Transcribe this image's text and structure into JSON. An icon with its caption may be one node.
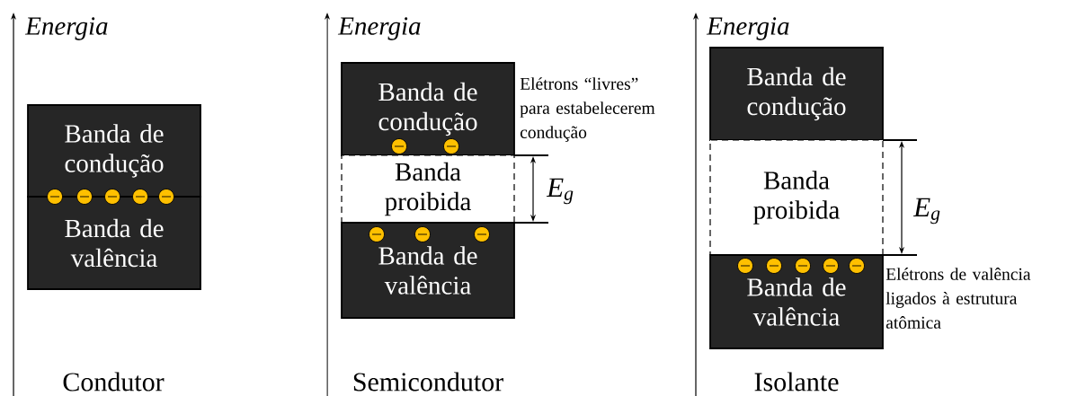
{
  "diagram": {
    "nodes": [
      {
        "text": [
          "Banda de condução"
        ]
      },
      {
        "text": [
          "Banda de valência"
        ]
      },
      {
        "text": [
          "Banda de condução"
        ]
      },
      {
        "text": [
          "Banda proibida"
        ]
      },
      {
        "text": [
          "Banda de valência"
        ]
      },
      {
        "text": [
          "Banda de condução"
        ]
      },
      {
        "text": [
          "Banda proibida"
        ]
      },
      {
        "text": [
          "Banda de valência"
        ]
      }
    ],
    "labels": [
      "Energia",
      "Energia",
      "Energia",
      "Elétrons “livres” para estabelecerem condução",
      "E$_{g}$",
      "E$_{g}$",
      "Elétrons de valência ligados à estrutura atômica",
      "Condutor",
      "Semicondutor",
      "Isolante"
    ]
  }
}
